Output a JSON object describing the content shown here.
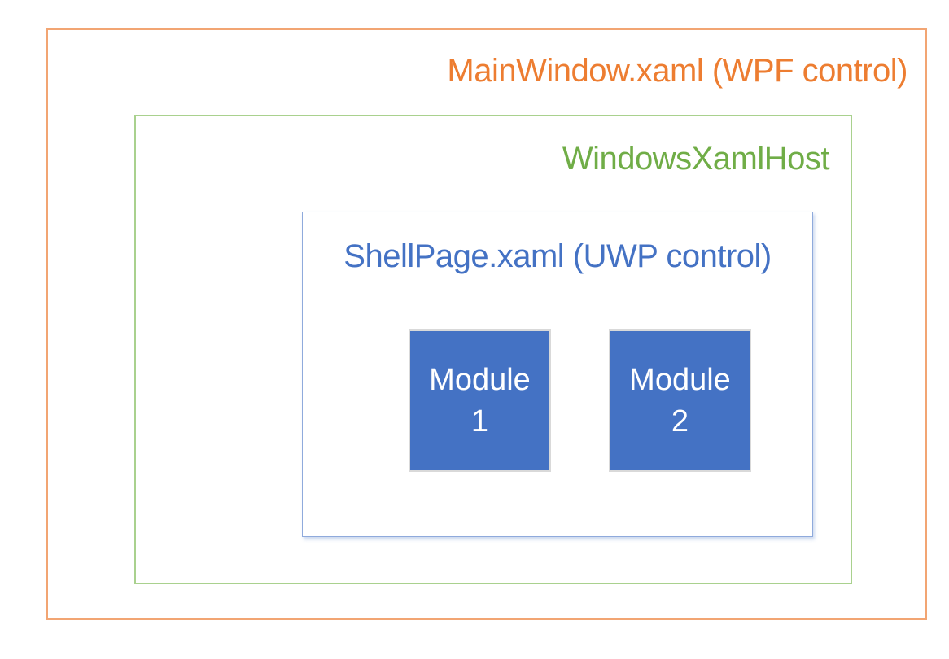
{
  "diagram": {
    "outer_box": {
      "label": "MainWindow.xaml (WPF control)",
      "text_color": "#ED7D31",
      "border_color": "#F2A573"
    },
    "host_box": {
      "label": "WindowsXamlHost",
      "text_color": "#70AD47",
      "border_color": "#A9D18E"
    },
    "shell_box": {
      "label": "ShellPage.xaml (UWP control)",
      "text_color": "#4472C4",
      "border_color": "#8FAADC"
    },
    "modules": [
      {
        "line1": "Module",
        "line2": "1"
      },
      {
        "line1": "Module",
        "line2": "2"
      }
    ],
    "module_style": {
      "fill_color": "#4472C4",
      "border_color": "#D9D9D9",
      "text_color": "#FFFFFF"
    }
  }
}
